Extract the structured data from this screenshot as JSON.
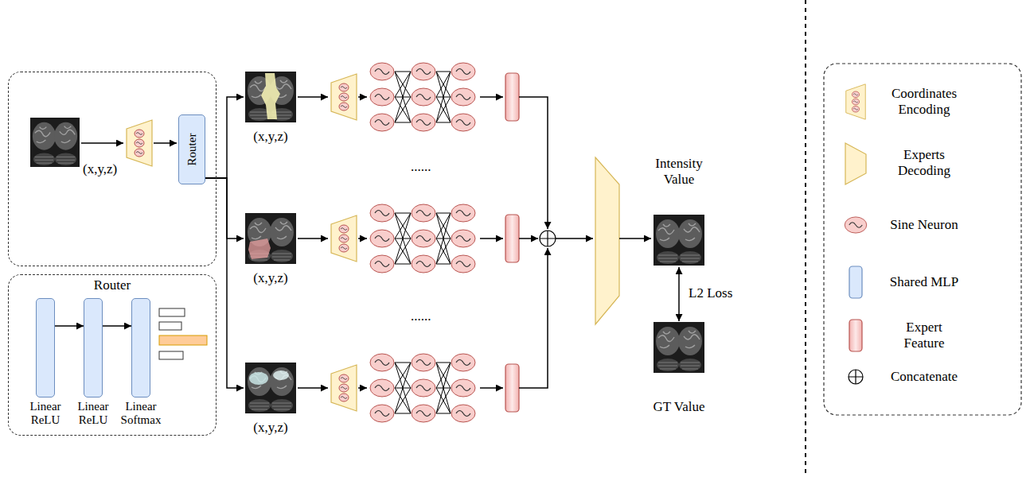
{
  "diagram": {
    "nodes": [
      {
        "text": [
          "(x,y,z)"
        ]
      },
      {
        "text": [
          "Router"
        ],
        "in": 0
      },
      {
        "text": [
          "Router"
        ]
      },
      {
        "text": [
          "Linear ReLU"
        ],
        "in": 2
      },
      {
        "text": [
          "Linear ReLU"
        ],
        "in": 2
      },
      {
        "text": [
          "Linear Softmax"
        ],
        "in": 2
      },
      {
        "text": [
          "(x,y,z)"
        ]
      },
      {
        "text": [
          "(x,y,z)"
        ]
      },
      {
        "text": [
          "(x,y,z)"
        ]
      },
      {
        "text": [
          "Intensity Value"
        ]
      },
      {
        "text": [
          "GT Value"
        ]
      }
    ],
    "edges": [
      {
        "from": 1,
        "to": 6,
        "arrow": "to"
      },
      {
        "from": 1,
        "to": 7,
        "arrow": "to"
      },
      {
        "from": 1,
        "to": 8,
        "arrow": "to"
      },
      {
        "from": 3,
        "to": 4,
        "arrow": "to"
      },
      {
        "from": 4,
        "to": 5,
        "arrow": "to"
      },
      {
        "from": 9,
        "to": 10,
        "label": "L2 Loss",
        "arrow": "both"
      }
    ],
    "labels": [
      "......",
      "......"
    ],
    "legend": [
      {
        "text": "Coordinates Encoding"
      },
      {
        "text": "Experts Decoding"
      },
      {
        "text": "Sine Neuron"
      },
      {
        "text": "Shared MLP"
      },
      {
        "text": "Expert Feature"
      },
      {
        "text": "Concatenate"
      }
    ]
  }
}
